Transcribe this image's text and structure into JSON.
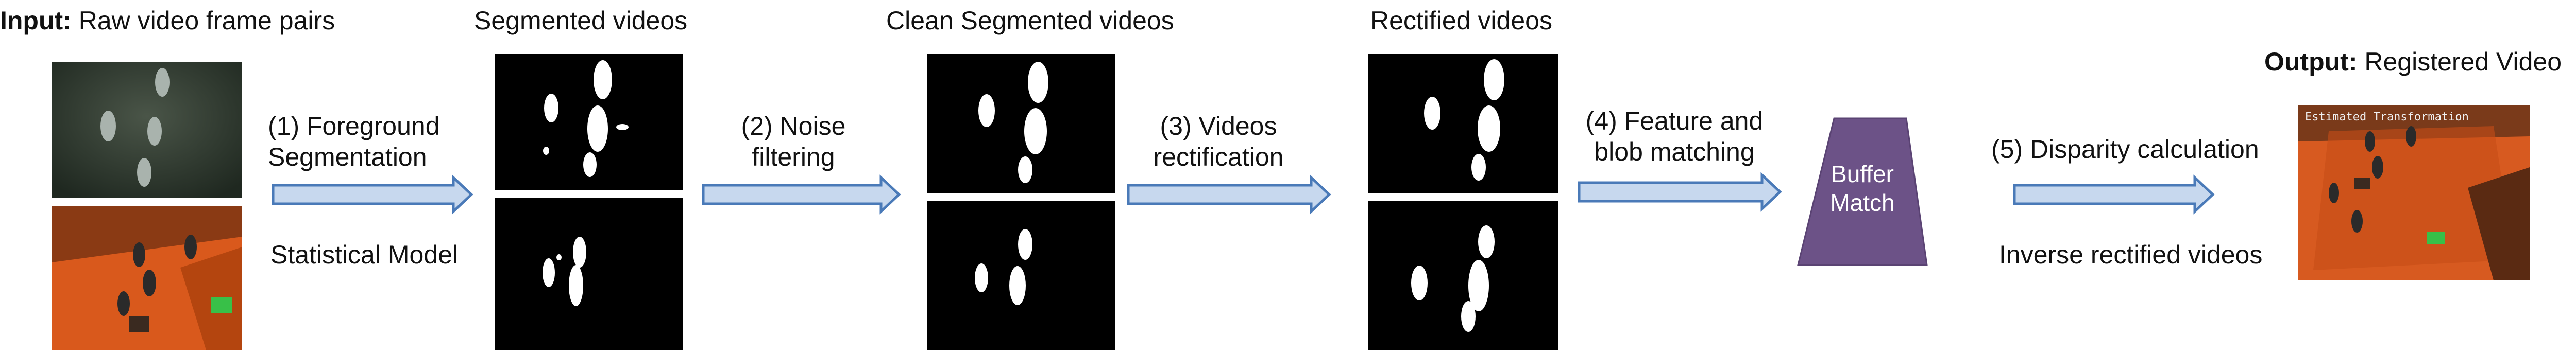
{
  "input": {
    "label_bold": "Input:",
    "label_rest": " Raw video frame pairs"
  },
  "stages": {
    "segmented": {
      "title": "Segmented videos"
    },
    "clean": {
      "title": "Clean Segmented videos"
    },
    "rectified": {
      "title": "Rectified videos"
    }
  },
  "steps": {
    "s1": {
      "line1": "(1) Foreground",
      "line2": "Segmentation",
      "sub": "Statistical Model"
    },
    "s2": {
      "line1": "(2) Noise",
      "line2": "filtering"
    },
    "s3": {
      "line1": "(3) Videos",
      "line2": "rectification"
    },
    "s4": {
      "line1": "(4) Feature and",
      "line2": "blob matching"
    },
    "s5": {
      "line1": "(5) Disparity calculation",
      "sub": "Inverse rectified videos"
    }
  },
  "buffer": {
    "line1": "Buffer",
    "line2": "Match"
  },
  "output": {
    "label_bold": "Output:",
    "label_rest": " Registered Video",
    "overlay_text": "Estimated Transformation"
  },
  "colors": {
    "arrow_fill": "#c7d8ee",
    "arrow_stroke": "#4a7ab8",
    "buffer": "#6c5287",
    "floor": "#d9591c"
  }
}
